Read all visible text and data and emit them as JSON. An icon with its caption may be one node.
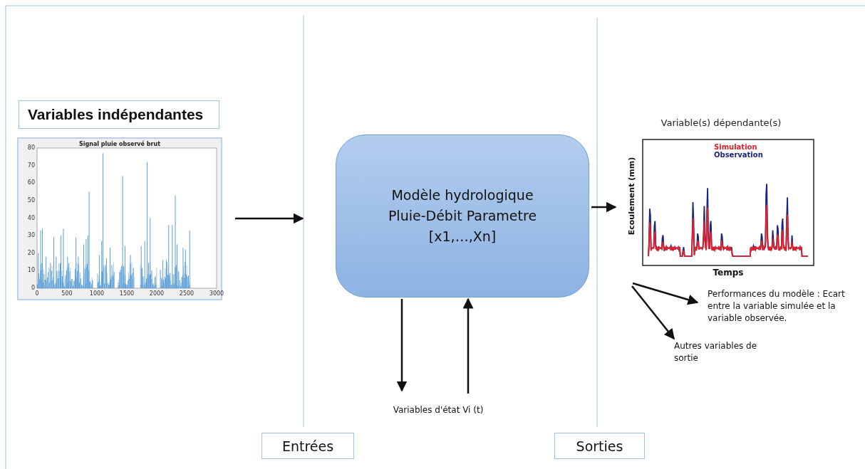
{
  "diagram": {
    "nodes": [
      {
        "text": [
          "Variables indépendantes"
        ]
      },
      {
        "text": [
          "Signal pluie observé brut"
        ]
      },
      {
        "text": [
          "Modèle hydrologique Pluie-Débit Parametre [x1,…,Xn]"
        ]
      },
      {
        "text": [
          "Variables d'état Vi (t)"
        ]
      },
      {
        "text": [
          "Variable(s) dépendante(s)",
          "Simulation",
          "Observation",
          "Ecoulement (mm)",
          "Temps"
        ]
      },
      {
        "text": [
          "Performances du modèle : Ecart entre la variable simulée et la variable observée."
        ]
      },
      {
        "text": [
          "Autres variables de sortie"
        ]
      },
      {
        "text": [
          "Entrées"
        ]
      },
      {
        "text": [
          "Sorties"
        ]
      }
    ],
    "edges": [
      {
        "from": 1,
        "to": 2,
        "arrow": "to"
      },
      {
        "from": 2,
        "to": 4,
        "arrow": "to"
      },
      {
        "from": 2,
        "to": 3,
        "arrow": "to"
      },
      {
        "from": 3,
        "to": 2,
        "arrow": "to"
      },
      {
        "from": 4,
        "to": 5,
        "arrow": "to"
      },
      {
        "from": 4,
        "to": 6,
        "arrow": "to"
      }
    ],
    "labels": [
      "80",
      "70",
      "60",
      "50",
      "40",
      "30",
      "20",
      "10",
      "0",
      "0",
      "500",
      "1000",
      "1500",
      "2000",
      "2500",
      "3000"
    ]
  }
}
